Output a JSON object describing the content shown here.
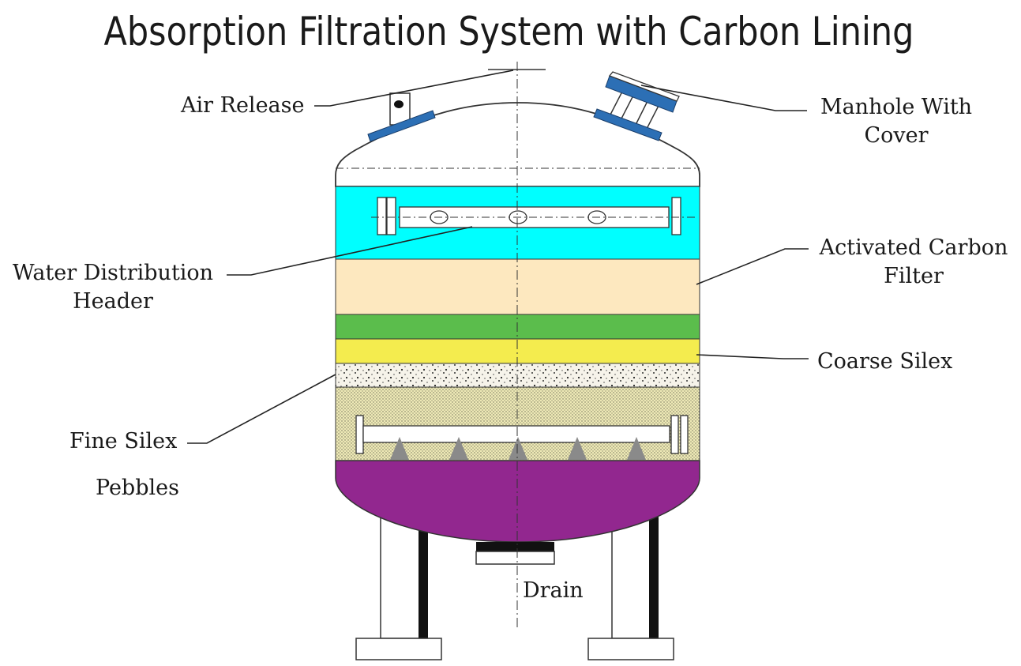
{
  "title": "Absorption Filtration System with Carbon Lining",
  "labels": {
    "air_release": "Air Release",
    "manhole_line1": "Manhole With",
    "manhole_line2": "Cover",
    "water_header_line1": "Water Distribution",
    "water_header_line2": "Header",
    "activated_carbon_line1": "Activated Carbon",
    "activated_carbon_line2": "Filter",
    "coarse_silex": "Coarse Silex",
    "fine_silex": "Fine Silex",
    "pebbles": "Pebbles",
    "drain": "Drain"
  },
  "colors": {
    "water": "#00ffff",
    "activated_carbon": "#fde8bf",
    "green_layer": "#5bbd4c",
    "coarse_silex": "#f4ec4e",
    "fine_silex": "#f6f3ea",
    "pebbles": "#eee9b6",
    "bottom_dish": "#92278f",
    "flange": "#2c6fb5",
    "legs": "#111111",
    "outline": "#333333",
    "nozzle": "#8a8a8a"
  }
}
